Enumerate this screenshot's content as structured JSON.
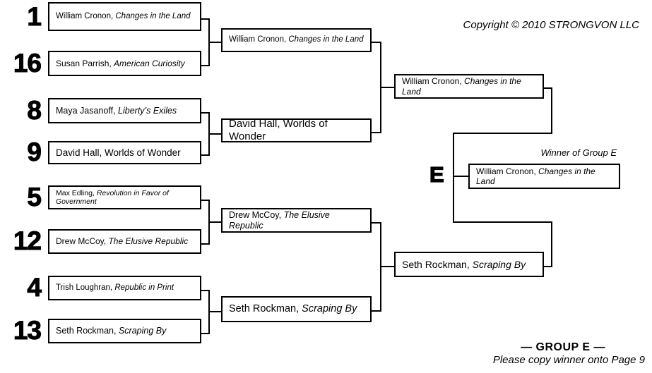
{
  "header": {
    "copyright": "Copyright © 2010 STRONGVON LLC"
  },
  "bracket": {
    "round1": [
      {
        "seed": "1",
        "name": "William Cronon,",
        "title": "Changes in the Land",
        "title_italic": true
      },
      {
        "seed": "16",
        "name": "Susan Parrish,",
        "title": "American Curiosity",
        "title_italic": true
      },
      {
        "seed": "8",
        "name": "Maya Jasanoff,",
        "title": "Liberty’s Exiles",
        "title_italic": true
      },
      {
        "seed": "9",
        "name": "David Hall,",
        "title": "Worlds of Wonder",
        "title_italic": false
      },
      {
        "seed": "5",
        "name": "Max Edling,",
        "title": "Revolution in Favor of Government",
        "title_italic": true
      },
      {
        "seed": "12",
        "name": "Drew McCoy,",
        "title": "The Elusive Republic",
        "title_italic": true
      },
      {
        "seed": "4",
        "name": "Trish Loughran,",
        "title": "Republic in Print",
        "title_italic": true
      },
      {
        "seed": "13",
        "name": "Seth Rockman,",
        "title": "Scraping By",
        "title_italic": true
      }
    ],
    "round2": [
      {
        "name": "William Cronon,",
        "title": "Changes in the Land",
        "title_italic": true
      },
      {
        "name": "David Hall,",
        "title": "Worlds of Wonder",
        "title_italic": false
      },
      {
        "name": "Drew McCoy,",
        "title": "The Elusive Republic",
        "title_italic": true
      },
      {
        "name": "Seth Rockman,",
        "title": "Scraping By",
        "title_italic": true
      }
    ],
    "round3": [
      {
        "name": "William Cronon,",
        "title": "Changes in the Land",
        "title_italic": true
      },
      {
        "name": "Seth Rockman,",
        "title": "Scraping By",
        "title_italic": true
      }
    ],
    "final": {
      "group_letter": "E",
      "winner_label": "Winner of Group E",
      "winner": {
        "name": "William Cronon,",
        "title": "Changes in the Land",
        "title_italic": true
      }
    }
  },
  "footer": {
    "group_heading": "— GROUP E —",
    "note": "Please copy winner onto Page 9"
  },
  "colors": {
    "background": "#ffffff",
    "line": "#000000",
    "text": "#000000"
  }
}
